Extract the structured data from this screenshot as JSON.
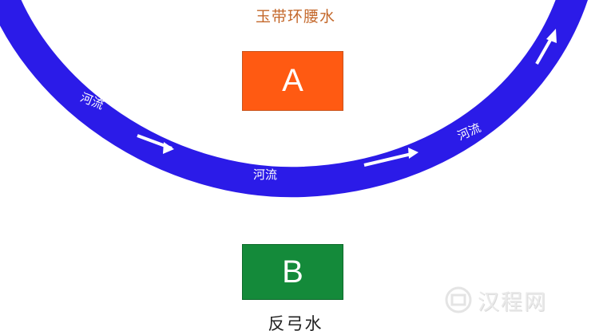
{
  "diagram": {
    "top_title": "玉带环腰水",
    "bottom_title": "反弓水",
    "box_a_label": "A",
    "box_b_label": "B",
    "river_labels": [
      "河流",
      "河流",
      "河流"
    ],
    "watermark_text": "汉程网"
  },
  "colors": {
    "river": "#2b1be8",
    "river_text": "#ffffff",
    "box_a": "#ff5a12",
    "box_b": "#148a3a",
    "top_title": "#c4682b",
    "bottom_title": "#222222",
    "watermark": "#d9d9d9",
    "background": "#ffffff"
  }
}
